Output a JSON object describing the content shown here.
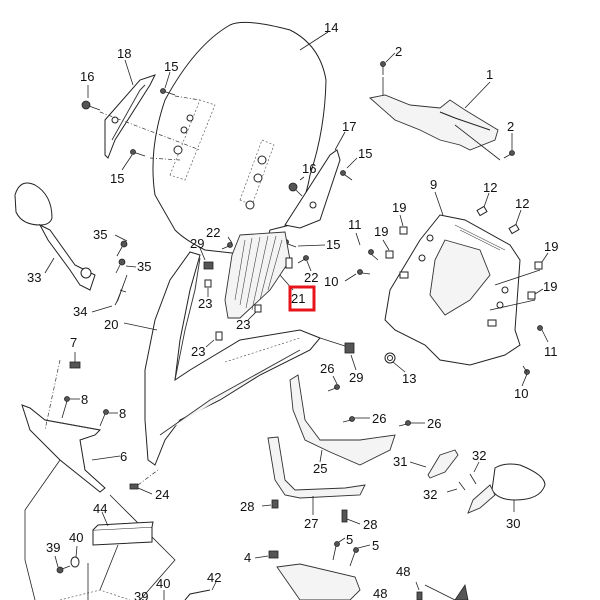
{
  "diagram": {
    "title": "Windshield / Front Cowling exploded parts view",
    "highlighted_part": "21",
    "highlight_color": "#e8141b",
    "callouts": [
      {
        "id": "c1",
        "label": "1"
      },
      {
        "id": "c2a",
        "label": "2"
      },
      {
        "id": "c2b",
        "label": "2"
      },
      {
        "id": "c4",
        "label": "4"
      },
      {
        "id": "c5a",
        "label": "5"
      },
      {
        "id": "c5b",
        "label": "5"
      },
      {
        "id": "c6",
        "label": "6"
      },
      {
        "id": "c7",
        "label": "7"
      },
      {
        "id": "c8a",
        "label": "8"
      },
      {
        "id": "c8b",
        "label": "8"
      },
      {
        "id": "c9",
        "label": "9"
      },
      {
        "id": "c10a",
        "label": "10"
      },
      {
        "id": "c10b",
        "label": "10"
      },
      {
        "id": "c11a",
        "label": "11"
      },
      {
        "id": "c11b",
        "label": "11"
      },
      {
        "id": "c12a",
        "label": "12"
      },
      {
        "id": "c12b",
        "label": "12"
      },
      {
        "id": "c13",
        "label": "13"
      },
      {
        "id": "c14",
        "label": "14"
      },
      {
        "id": "c15a",
        "label": "15"
      },
      {
        "id": "c15b",
        "label": "15"
      },
      {
        "id": "c15c",
        "label": "15"
      },
      {
        "id": "c15d",
        "label": "15"
      },
      {
        "id": "c16a",
        "label": "16"
      },
      {
        "id": "c16b",
        "label": "16"
      },
      {
        "id": "c17",
        "label": "17"
      },
      {
        "id": "c18",
        "label": "18"
      },
      {
        "id": "c19a",
        "label": "19"
      },
      {
        "id": "c19b",
        "label": "19"
      },
      {
        "id": "c19c",
        "label": "19"
      },
      {
        "id": "c19d",
        "label": "19"
      },
      {
        "id": "c20",
        "label": "20"
      },
      {
        "id": "c21",
        "label": "21"
      },
      {
        "id": "c22a",
        "label": "22"
      },
      {
        "id": "c22b",
        "label": "22"
      },
      {
        "id": "c23a",
        "label": "23"
      },
      {
        "id": "c23b",
        "label": "23"
      },
      {
        "id": "c23c",
        "label": "23"
      },
      {
        "id": "c24",
        "label": "24"
      },
      {
        "id": "c25",
        "label": "25"
      },
      {
        "id": "c26a",
        "label": "26"
      },
      {
        "id": "c26b",
        "label": "26"
      },
      {
        "id": "c26c",
        "label": "26"
      },
      {
        "id": "c27",
        "label": "27"
      },
      {
        "id": "c28a",
        "label": "28"
      },
      {
        "id": "c28b",
        "label": "28"
      },
      {
        "id": "c29a",
        "label": "29"
      },
      {
        "id": "c29b",
        "label": "29"
      },
      {
        "id": "c30",
        "label": "30"
      },
      {
        "id": "c31",
        "label": "31"
      },
      {
        "id": "c32a",
        "label": "32"
      },
      {
        "id": "c32b",
        "label": "32"
      },
      {
        "id": "c33",
        "label": "33"
      },
      {
        "id": "c34",
        "label": "34"
      },
      {
        "id": "c35a",
        "label": "35"
      },
      {
        "id": "c35b",
        "label": "35"
      },
      {
        "id": "c39a",
        "label": "39"
      },
      {
        "id": "c39b",
        "label": "39"
      },
      {
        "id": "c40a",
        "label": "40"
      },
      {
        "id": "c40b",
        "label": "40"
      },
      {
        "id": "c42",
        "label": "42"
      },
      {
        "id": "c44",
        "label": "44"
      },
      {
        "id": "c48a",
        "label": "48"
      },
      {
        "id": "c48b",
        "label": "48"
      }
    ]
  }
}
